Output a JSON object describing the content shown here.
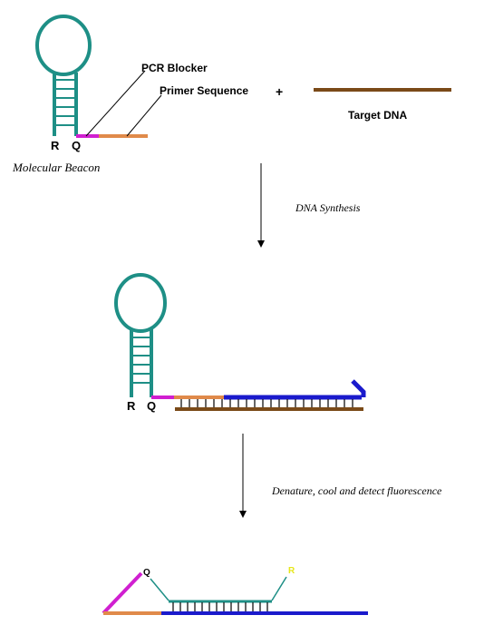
{
  "labels": {
    "pcr_blocker": "PCR Blocker",
    "primer_sequence": "Primer Sequence",
    "plus": "+",
    "target_dna": "Target DNA",
    "molecular_beacon": "Molecular Beacon",
    "dna_synthesis": "DNA Synthesis",
    "denature": "Denature, cool and detect fluorescence",
    "R": "R",
    "Q": "Q"
  },
  "colors": {
    "stem": "#1e8f86",
    "loop": "#1e8f86",
    "blocker": "#d01fd0",
    "primer": "#e08a4a",
    "target": "#7a4a18",
    "synth": "#1a1acc",
    "reporter": "#e6e61a"
  }
}
